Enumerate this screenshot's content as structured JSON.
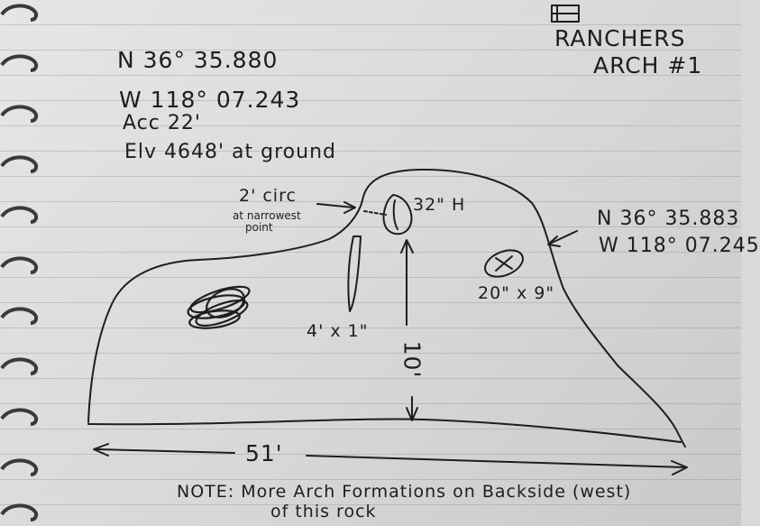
{
  "header": {
    "title_line1": "RANCHERS",
    "title_line2": "ARCH #1"
  },
  "coords_primary": {
    "lat": "N 36° 35.880",
    "lon": "W 118° 07.243",
    "accuracy": "Acc 22'",
    "elevation": "Elv 4648' at ground"
  },
  "coords_secondary": {
    "lat": "N 36° 35.883",
    "lon": "W 118° 07.245"
  },
  "annotations": {
    "circ_label": "2' circ",
    "circ_note_line1": "at narrowest",
    "circ_note_line2": "point",
    "arch_height": "32\" H",
    "slot_dims": "4' x 1\"",
    "hole_dims": "20\" x 9\"",
    "vertical_dim": "10'",
    "width_dim": "51'"
  },
  "note": {
    "line1": "NOTE: More Arch Formations on Backside (west)",
    "line2": "of this rock"
  },
  "colors": {
    "ink": "#1e1e1e",
    "paper": "#dcdcdc",
    "rule_line": "#9a9a9a",
    "spiral": "#3a3a3a"
  }
}
